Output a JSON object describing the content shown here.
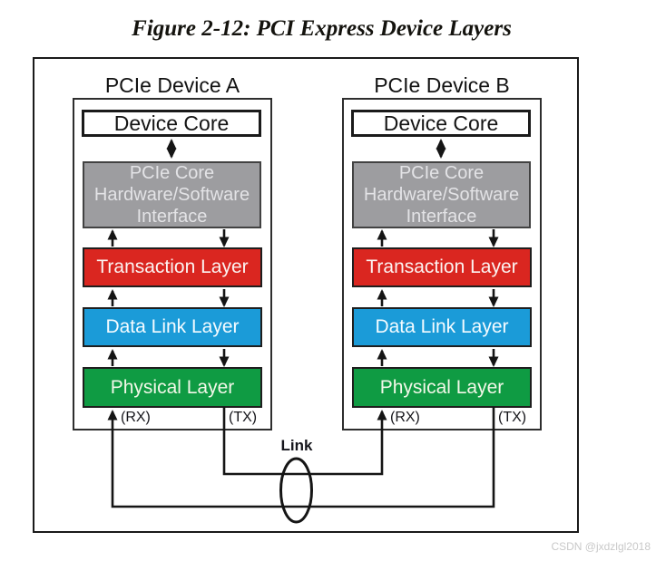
{
  "figure_title": "Figure 2-12: PCI Express Device Layers",
  "link_label": "Link",
  "watermark": "CSDN @jxdzlgl2018",
  "colors": {
    "transaction_layer_fill": "#da2620",
    "data_link_layer_fill": "#1b9bd8",
    "physical_layer_fill": "#0f9b43",
    "pcie_core_interface_fill": "#9d9da0",
    "wire_color": "#151515"
  },
  "devices": [
    {
      "title": "PCIe Device A",
      "device_core_label": "Device Core",
      "pcie_core_lines": [
        "PCIe Core",
        "Hardware/Software",
        "Interface"
      ],
      "transaction_layer_label": "Transaction Layer",
      "data_link_layer_label": "Data Link Layer",
      "physical_layer_label": "Physical Layer",
      "rx_label": "(RX)",
      "tx_label": "(TX)"
    },
    {
      "title": "PCIe Device B",
      "device_core_label": "Device Core",
      "pcie_core_lines": [
        "PCIe Core",
        "Hardware/Software",
        "Interface"
      ],
      "transaction_layer_label": "Transaction Layer",
      "data_link_layer_label": "Data Link Layer",
      "physical_layer_label": "Physical Layer",
      "rx_label": "(RX)",
      "tx_label": "(TX)"
    }
  ]
}
